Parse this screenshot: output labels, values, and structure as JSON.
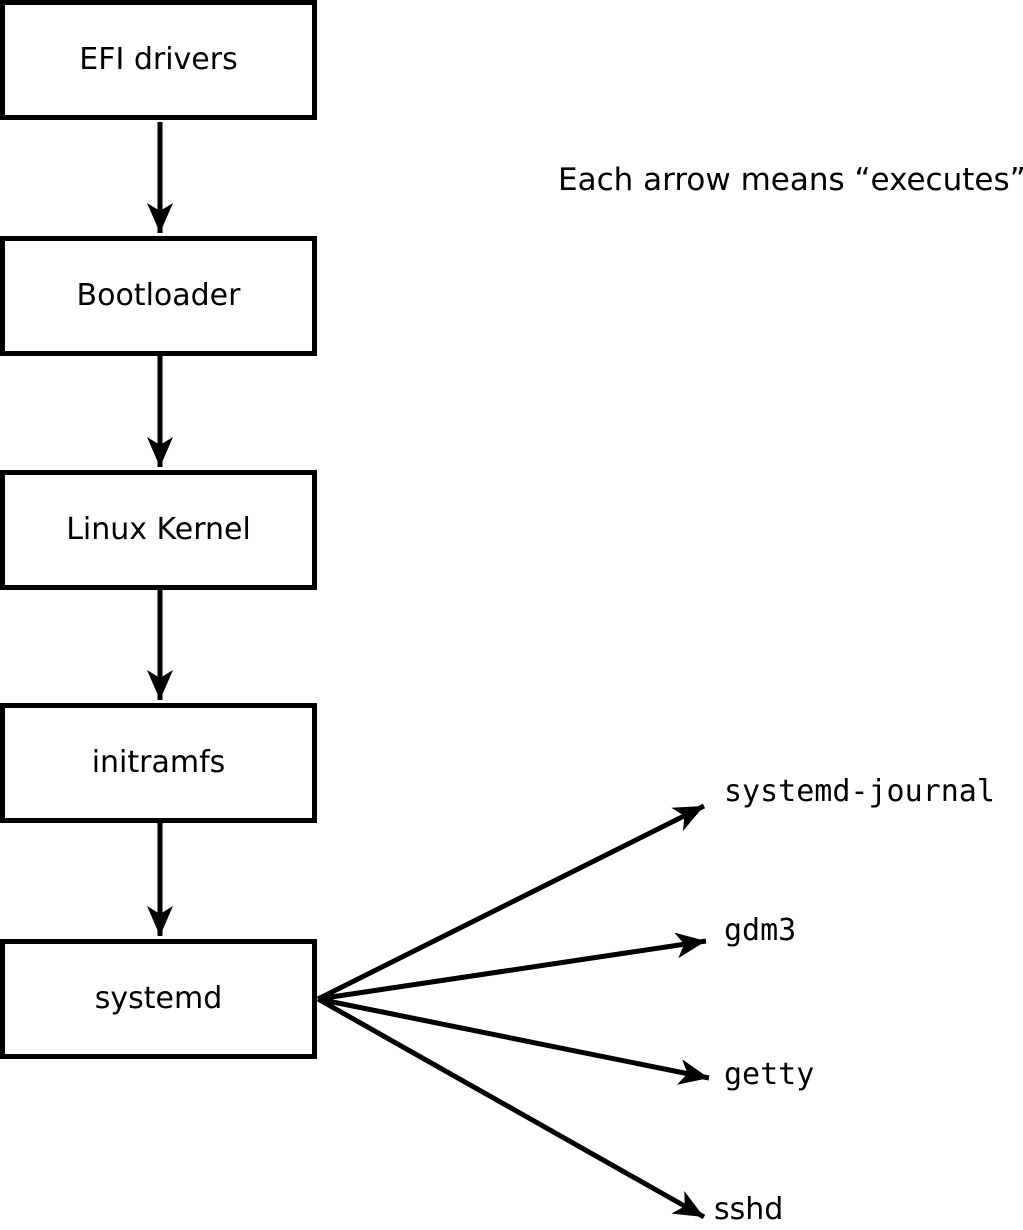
{
  "diagram": {
    "title_note": "Each arrow means “executes”.",
    "arrow_meaning": "executes",
    "boot_chain": [
      {
        "id": "efi-drivers",
        "label": "EFI drivers"
      },
      {
        "id": "bootloader",
        "label": "Bootloader"
      },
      {
        "id": "linux-kernel",
        "label": "Linux Kernel"
      },
      {
        "id": "initramfs",
        "label": "initramfs"
      },
      {
        "id": "systemd",
        "label": "systemd"
      }
    ],
    "spawned_services": [
      {
        "id": "systemd-journal",
        "label": "systemd-journal"
      },
      {
        "id": "gdm3",
        "label": "gdm3"
      },
      {
        "id": "getty",
        "label": "getty"
      },
      {
        "id": "sshd",
        "label": "sshd"
      }
    ],
    "colors": {
      "stroke": "#000000",
      "text": "#000000",
      "background": "#ffffff",
      "box_fill": "#ffffff"
    }
  }
}
